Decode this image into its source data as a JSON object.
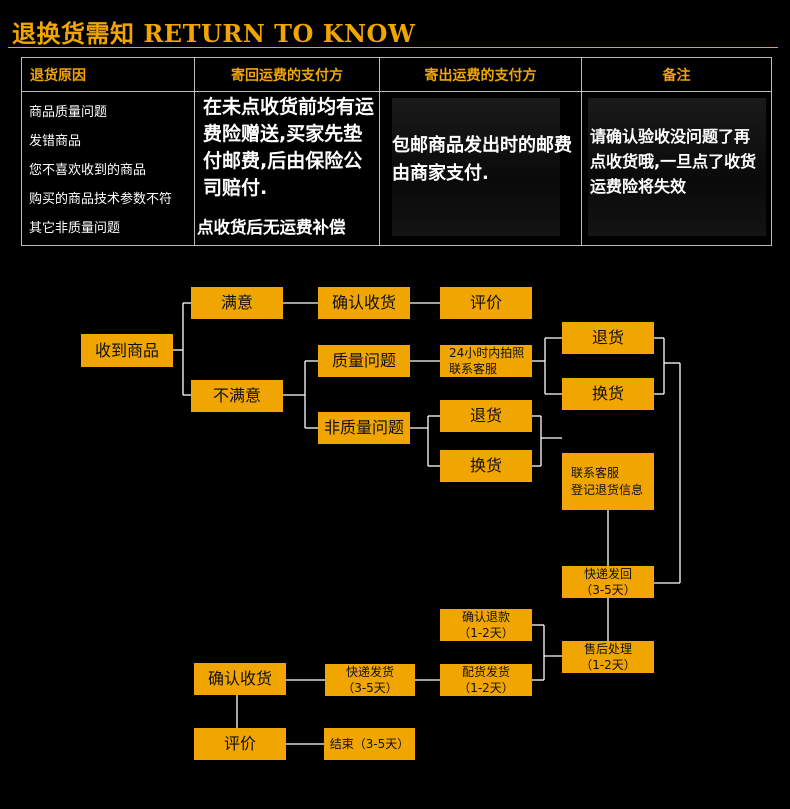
{
  "page": {
    "title": "退换货需知 RETURN TO KNOW"
  },
  "table": {
    "headers": [
      "退货原因",
      "寄回运费的支付方",
      "寄出运费的支付方",
      "备注"
    ],
    "reasons": [
      "商品质量问题",
      "发错商品",
      "您不喜欢收到的商品",
      "购买的商品技术参数不符",
      "其它非质量问题"
    ],
    "return_payer": "在未点收货前均有运费险赠送,买家先垫付邮费,后由保险公司赔付.",
    "return_payer_note": "点收货后无运费补偿",
    "send_payer": "包邮商品发出时的邮费由商家支付.",
    "remark": "请确认验收没问题了再点收货哦,一旦点了收货运费险将失效"
  },
  "flow": {
    "received": "收到商品",
    "satisfied": "满意",
    "confirm_receipt": "确认收货",
    "review": "评价",
    "unsatisfied": "不满意",
    "quality_issue": "质量问题",
    "photo_24h_line1": "24小时内拍照",
    "photo_24h_line2": "联系客服",
    "return_a": "退货",
    "exchange_a": "换货",
    "non_quality_issue": "非质量问题",
    "return_b": "退货",
    "exchange_b": "换货",
    "contact_line1": "联系客服",
    "contact_line2": "登记退货信息",
    "ship_back_line1": "快递发回",
    "ship_back_line2": "（3-5天）",
    "confirm_refund_line1": "确认退款",
    "confirm_refund_line2": "（1-2天）",
    "after_sales_line1": "售后处理",
    "after_sales_line2": "（1-2天）",
    "restock_line1": "配货发货",
    "restock_line2": "（1-2天）",
    "express_line1": "快递发货",
    "express_line2": "（3-5天）",
    "confirm_receipt_final": "确认收货",
    "review_final": "评价",
    "end": "结束（3-5天）"
  },
  "colors": {
    "accent": "#f0a500",
    "background": "#000000",
    "line": "#ffffff"
  }
}
